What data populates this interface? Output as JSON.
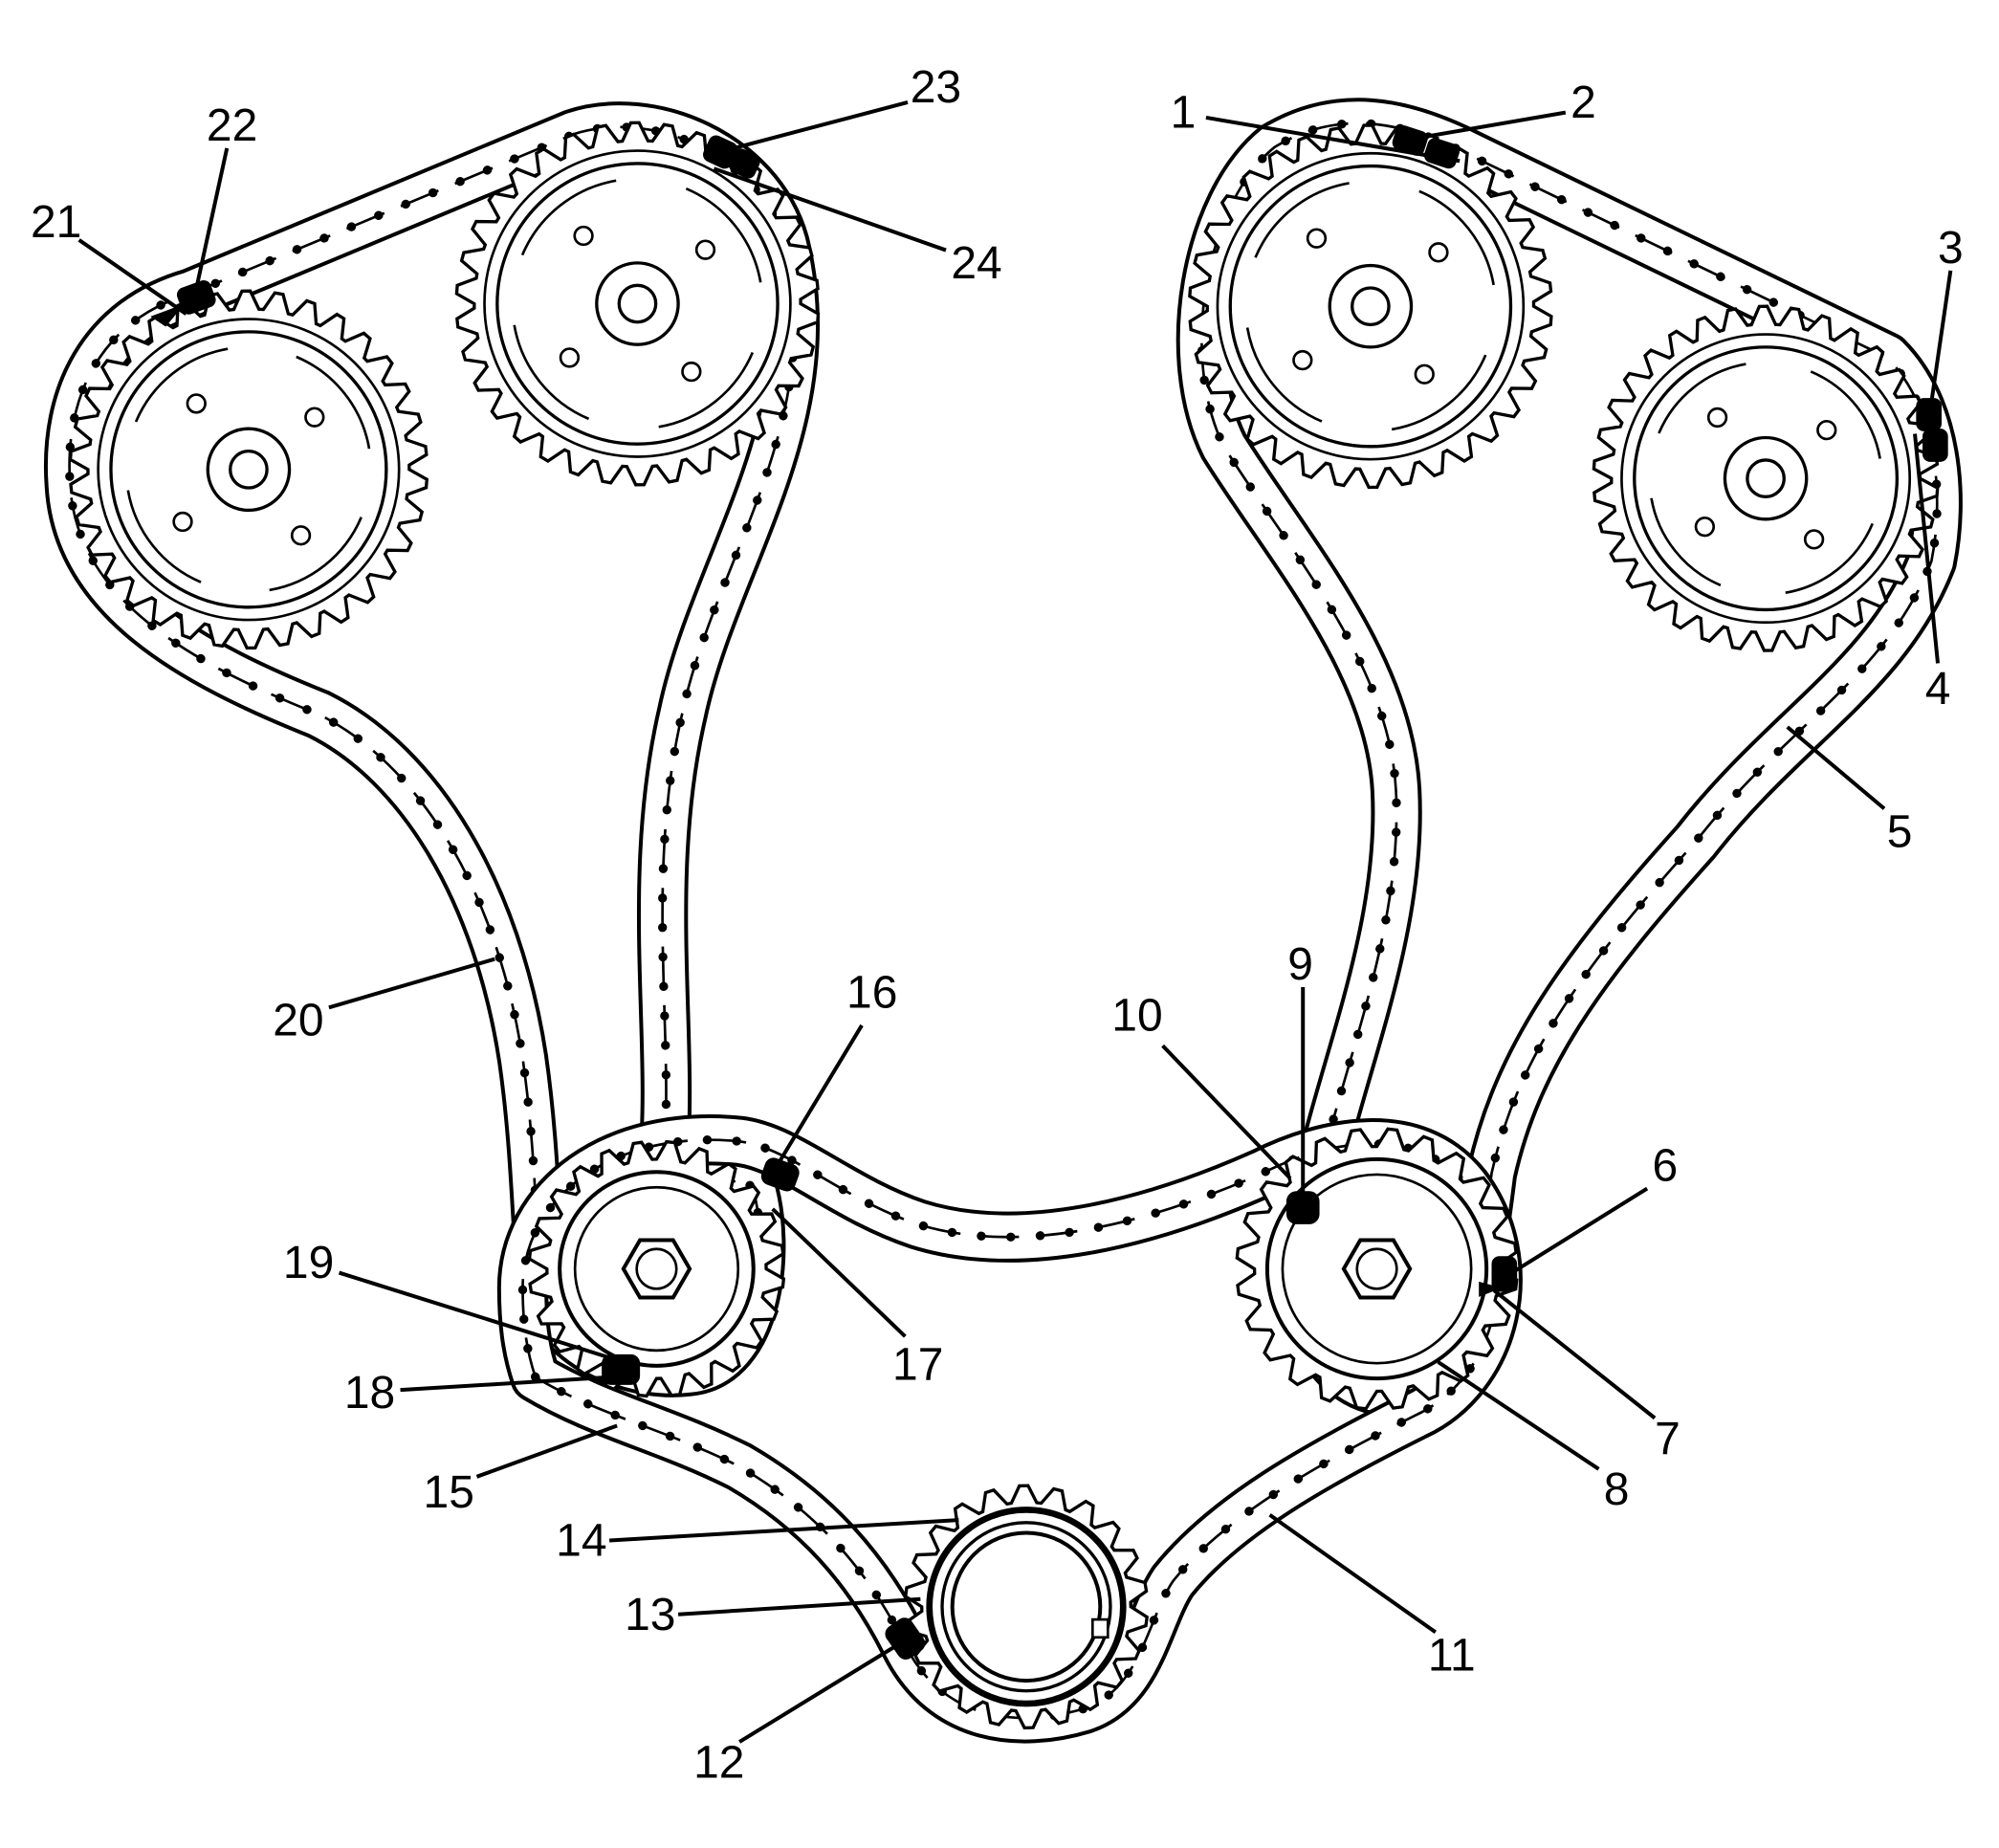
{
  "callouts": [
    {
      "id": "1",
      "label": "1"
    },
    {
      "id": "2",
      "label": "2"
    },
    {
      "id": "3",
      "label": "3"
    },
    {
      "id": "4",
      "label": "4"
    },
    {
      "id": "5",
      "label": "5"
    },
    {
      "id": "6",
      "label": "6"
    },
    {
      "id": "7",
      "label": "7"
    },
    {
      "id": "8",
      "label": "8"
    },
    {
      "id": "9",
      "label": "9"
    },
    {
      "id": "10",
      "label": "10"
    },
    {
      "id": "11",
      "label": "11"
    },
    {
      "id": "12",
      "label": "12"
    },
    {
      "id": "13",
      "label": "13"
    },
    {
      "id": "14",
      "label": "14"
    },
    {
      "id": "15",
      "label": "15"
    },
    {
      "id": "16",
      "label": "16"
    },
    {
      "id": "17",
      "label": "17"
    },
    {
      "id": "18",
      "label": "18"
    },
    {
      "id": "19",
      "label": "19"
    },
    {
      "id": "20",
      "label": "20"
    },
    {
      "id": "21",
      "label": "21"
    },
    {
      "id": "22",
      "label": "22"
    },
    {
      "id": "23",
      "label": "23"
    },
    {
      "id": "24",
      "label": "24"
    }
  ],
  "colors": {
    "line": "#000000",
    "background": "#ffffff",
    "marker": "#000000"
  }
}
